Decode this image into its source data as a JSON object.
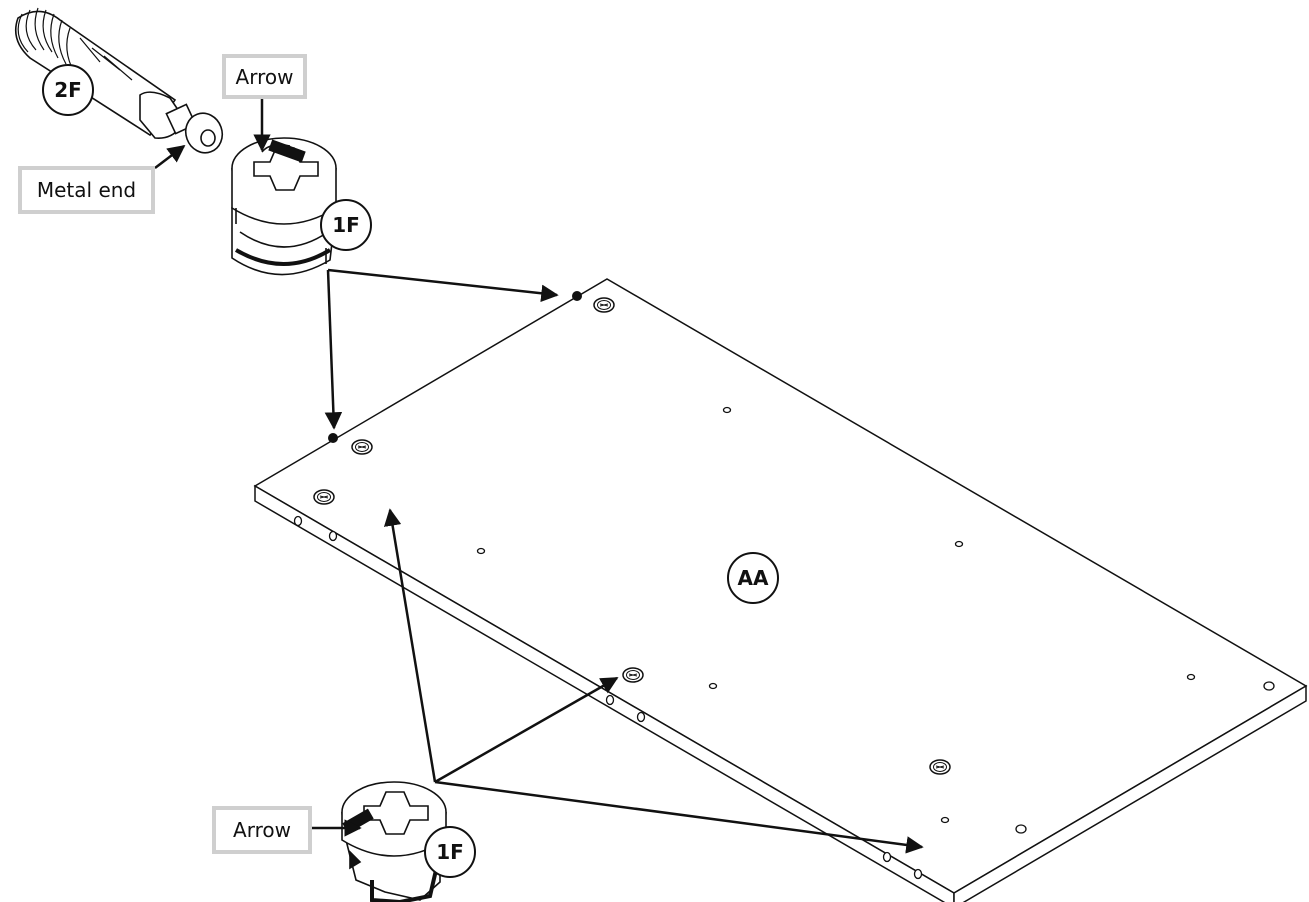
{
  "labels": {
    "arrow_top": "Arrow",
    "metal_end": "Metal end",
    "arrow_bottom": "Arrow"
  },
  "parts": {
    "cam_bolt": "2F",
    "cam_lock_top": "1F",
    "cam_lock_bottom": "1F",
    "panel": "AA"
  },
  "colors": {
    "line": "#111111",
    "label_border": "#cfcfcf",
    "background": "#ffffff"
  }
}
